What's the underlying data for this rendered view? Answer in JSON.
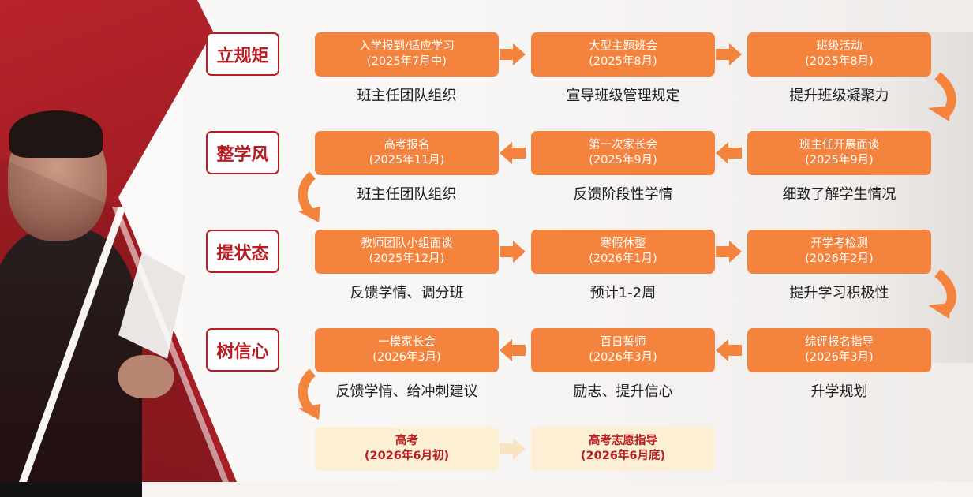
{
  "stages": [
    {
      "label": "立规矩",
      "steps": [
        {
          "title": "入学报到/适应学习",
          "date": "(2025年7月中)",
          "note": "班主任团队组织"
        },
        {
          "title": "大型主题班会",
          "date": "(2025年8月)",
          "note": "宣导班级管理规定"
        },
        {
          "title": "班级活动",
          "date": "(2025年8月)",
          "note": "提升班级凝聚力"
        }
      ]
    },
    {
      "label": "整学风",
      "steps": [
        {
          "title": "高考报名",
          "date": "(2025年11月)",
          "note": "班主任团队组织"
        },
        {
          "title": "第一次家长会",
          "date": "(2025年9月)",
          "note": "反馈阶段性学情"
        },
        {
          "title": "班主任开展面谈",
          "date": "(2025年9月)",
          "note": "细致了解学生情况"
        }
      ]
    },
    {
      "label": "提状态",
      "steps": [
        {
          "title": "教师团队小组面谈",
          "date": "(2025年12月)",
          "note": "反馈学情、调分班"
        },
        {
          "title": "寒假休整",
          "date": "(2026年1月)",
          "note": "预计1-2周"
        },
        {
          "title": "开学考检测",
          "date": "(2026年2月)",
          "note": "提升学习积极性"
        }
      ]
    },
    {
      "label": "树信心",
      "steps": [
        {
          "title": "一模家长会",
          "date": "(2026年3月)",
          "note": "反馈学情、给冲刺建议"
        },
        {
          "title": "百日誓师",
          "date": "(2026年3月)",
          "note": "励志、提升信心"
        },
        {
          "title": "综评报名指导",
          "date": "(2026年3月)",
          "note": "升学规划"
        }
      ]
    }
  ],
  "finals": [
    {
      "title": "高考",
      "date": "(2026年6月初)"
    },
    {
      "title": "高考志愿指导",
      "date": "(2026年6月底)"
    }
  ],
  "colors": {
    "accent_red": "#b91c22",
    "step_orange": "#f4833e",
    "final_cream": "#fcefd4",
    "final_arrow": "#fae3c3"
  }
}
